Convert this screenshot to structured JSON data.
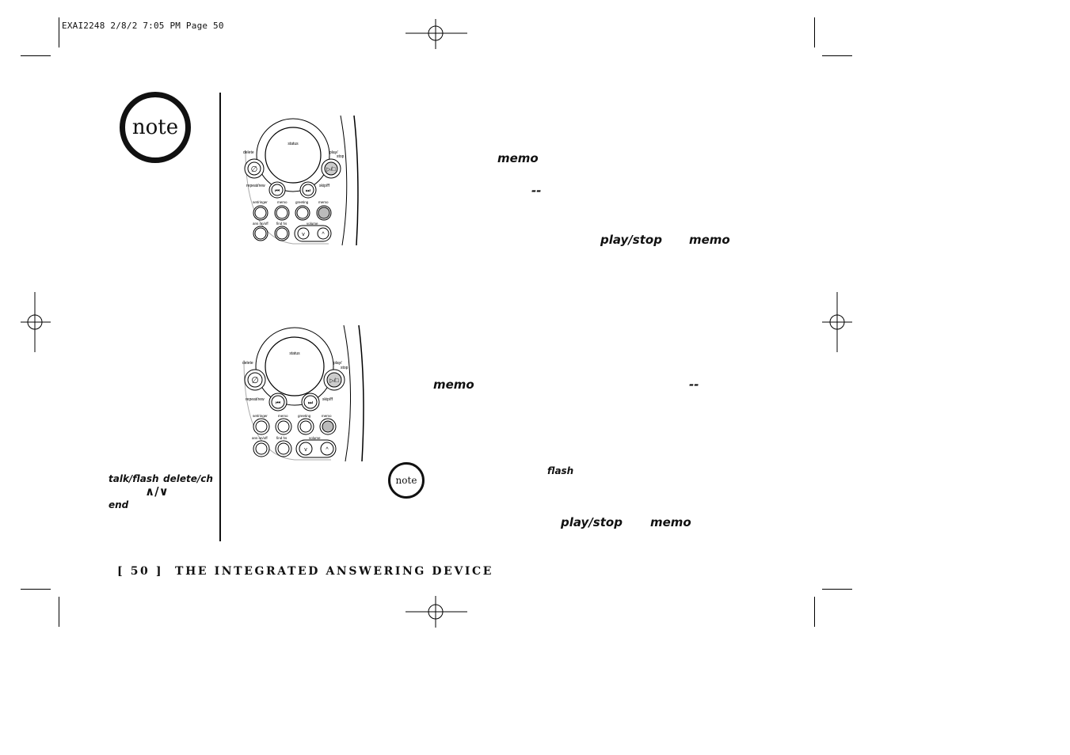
{
  "print_header": "EXAI2248  2/8/2 7:05 PM  Page 50",
  "note_badge_large": "note",
  "note_badge_small": "note",
  "sidebar_keys": {
    "talk_flash": "talk/flash",
    "delete_ch": "delete/ch",
    "up_down": "∧/∨",
    "end": "end"
  },
  "body_keywords": {
    "memo_1": "memo",
    "dashes_1": "--",
    "play_stop_1": "play/stop",
    "memo_2": "memo",
    "memo_3": "memo",
    "dashes_2": "--",
    "flash": "flash",
    "play_stop_2": "play/stop",
    "memo_4": "memo"
  },
  "device_labels": {
    "status": "status",
    "delete": "delete",
    "play": "play/",
    "stop": "stop",
    "repeat_rew": "repeat/rew",
    "skip_ff": "skip/ff",
    "set_ringer": "set/ringer",
    "memo_btn": "memo",
    "greeting": "greeting",
    "memo_rec": "memo",
    "ans_on_off": "ans on/off",
    "find_hs": "find hs",
    "volume": "volume"
  },
  "footer": {
    "page": "[ 50 ]",
    "title": "THE INTEGRATED ANSWERING DEVICE"
  }
}
